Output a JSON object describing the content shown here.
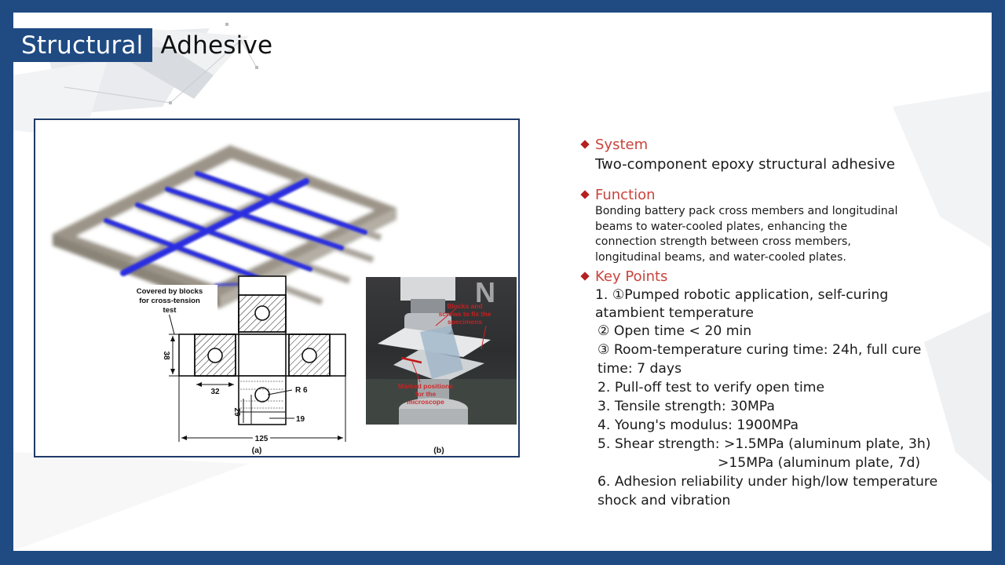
{
  "slide": {
    "title_highlight": "Structural",
    "title_rest": "Adhesive",
    "colors": {
      "frame_blue": "#1f4a82",
      "heading_red": "#c8443c",
      "bullet_red": "#b52020",
      "adhesive_blue": "#2a2ee0"
    }
  },
  "figure": {
    "annotation_covered": [
      "Covered by blocks",
      "for cross-tension",
      "test"
    ],
    "dimensions": {
      "height_38": "38",
      "width_32": "32",
      "radius": "R 6",
      "height_29": "29",
      "width_19": "19",
      "total_125": "125"
    },
    "label_a": "(a)",
    "label_b": "(b)",
    "photo_annotations": [
      "Blocks and",
      "screws to fix the",
      "specimens",
      "Marked positions",
      "for the",
      "microscope"
    ]
  },
  "sections": {
    "system": {
      "heading": "System",
      "body": "Two-component epoxy structural adhesive"
    },
    "function": {
      "heading": "Function",
      "lines": [
        "Bonding battery pack cross members and longitudinal",
        "beams to water-cooled plates, enhancing the",
        "connection strength between cross members,",
        "longitudinal beams, and water-cooled plates."
      ]
    },
    "key_points": {
      "heading": "Key Points",
      "items": [
        "1. ①Pumped robotic application, self-curing",
        "atambient temperature",
        "② Open time < 20 min",
        "③ Room-temperature curing time: 24h, full cure",
        "time: 7 days",
        "2. Pull-off test to verify open time",
        "3. Tensile strength: 30MPa",
        "4. Young's modulus: 1900MPa",
        "5. Shear strength: >1.5MPa (aluminum plate, 3h)",
        "                            >15MPa (aluminum plate, 7d)",
        "6. Adhesion reliability under high/low temperature",
        "shock and vibration"
      ]
    }
  }
}
